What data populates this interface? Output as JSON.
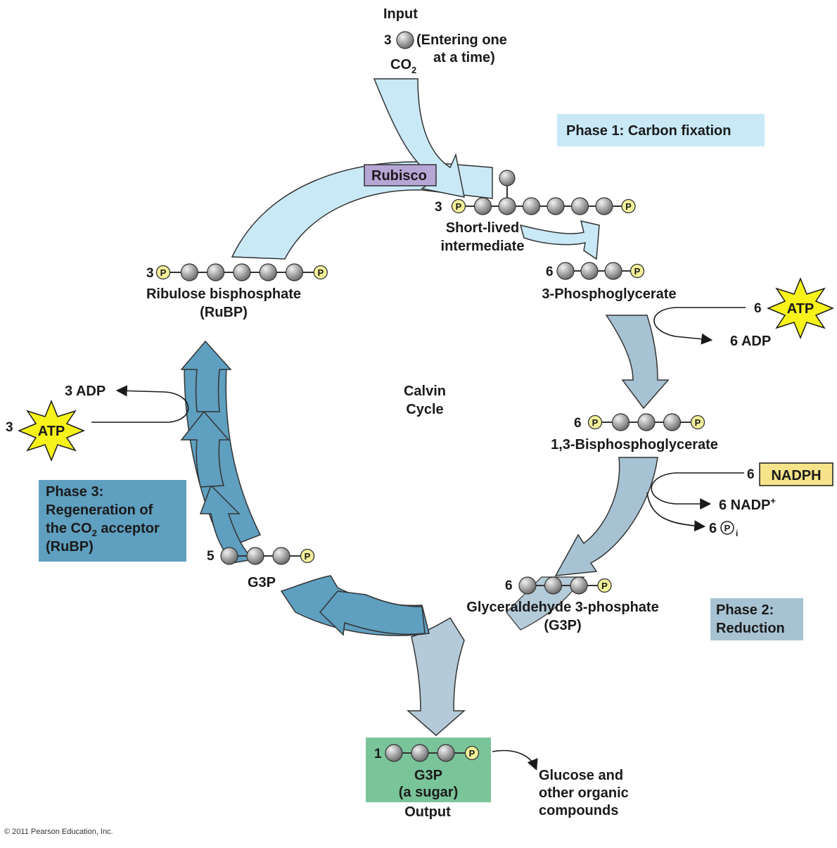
{
  "input": {
    "label": "Input",
    "count": "3",
    "note_line1": "(Entering one",
    "note_line2": "at a time)",
    "molecule": "CO",
    "subscript": "2"
  },
  "enzyme": "Rubisco",
  "phases": {
    "phase1": "Phase 1: Carbon fixation",
    "phase2_line1": "Phase 2:",
    "phase2_line2": "Reduction",
    "phase3_line1": "Phase 3:",
    "phase3_line2": "Regeneration of",
    "phase3_line3_a": "the CO",
    "phase3_line3_sub": "2",
    "phase3_line3_b": " acceptor",
    "phase3_line4": "(RuBP)"
  },
  "center_line1": "Calvin",
  "center_line2": "Cycle",
  "phosphate_symbol": "P",
  "molecules": {
    "intermediate": {
      "count": "3",
      "name_line1": "Short-lived",
      "name_line2": "intermediate"
    },
    "pga": {
      "count": "6",
      "name": "3-Phosphoglycerate"
    },
    "bpg": {
      "count": "6",
      "name": "1,3-Bisphosphoglycerate"
    },
    "g3p_cycle": {
      "count": "6",
      "name_line1": "Glyceraldehyde 3-phosphate",
      "name_line2": "(G3P)"
    },
    "g3p_regen": {
      "count": "5",
      "name": "G3P"
    },
    "rubp": {
      "count": "3",
      "name_line1": "Ribulose bisphosphate",
      "name_line2": "(RuBP)"
    },
    "output": {
      "count": "1",
      "name_line1": "G3P",
      "name_line2": "(a sugar)",
      "label": "Output"
    }
  },
  "cofactors": {
    "atp_reduction": {
      "count": "6",
      "name": "ATP"
    },
    "adp_reduction": "6 ADP",
    "nadph": {
      "count": "6",
      "name": "NADPH"
    },
    "nadp": {
      "text": "6 NADP",
      "sup": "+"
    },
    "pi": {
      "count": "6",
      "symbol": "P",
      "sub": "i"
    },
    "adp_regen": "3 ADP",
    "atp_regen": {
      "count": "3",
      "name": "ATP"
    }
  },
  "glucose_line1": "Glucose and",
  "glucose_line2": "other organic",
  "glucose_line3": "compounds",
  "copyright": "© 2011 Pearson Education, Inc.",
  "colors": {
    "phase1_fill": "#c9e9f7",
    "phase2_fill": "#a7c3d3",
    "phase3_fill": "#5f9fc0",
    "output_fill": "#7ac49a",
    "rubisco_fill": "#b6a6d6",
    "phosphate_fill": "#f3f09a",
    "nadph_fill": "#f7e48a",
    "atp_fill": "#f6f21a",
    "carbon_fill": "#a8a8a8"
  }
}
